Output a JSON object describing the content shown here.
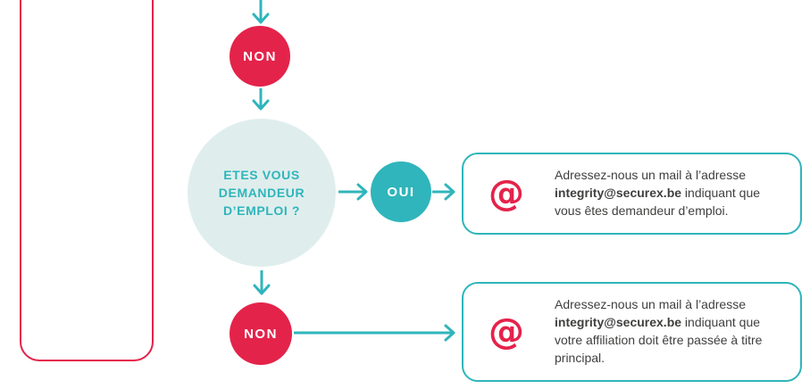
{
  "colors": {
    "red": "#e4234a",
    "teal": "#2fb5bb",
    "light_teal": "#dfeeed",
    "text_dark": "#3f3f3e"
  },
  "icons": {
    "at": "@"
  },
  "flow": {
    "non_top": {
      "label": "NON"
    },
    "question": {
      "line1": "ETES VOUS",
      "line2": "DEMANDEUR",
      "line3": "D’EMPLOI ?"
    },
    "oui": {
      "label": "OUI"
    },
    "non_bottom": {
      "label": "NON"
    },
    "outcome_oui": {
      "prefix": "Adressez-nous un mail à l’adresse ",
      "email": "integrity@securex.be",
      "suffix": " indiquant que vous êtes demandeur d’emploi."
    },
    "outcome_non": {
      "prefix": "Adressez-nous un mail à l’adresse ",
      "email": "integrity@securex.be",
      "suffix": " indiquant que votre affiliation doit être passée à titre principal."
    }
  }
}
